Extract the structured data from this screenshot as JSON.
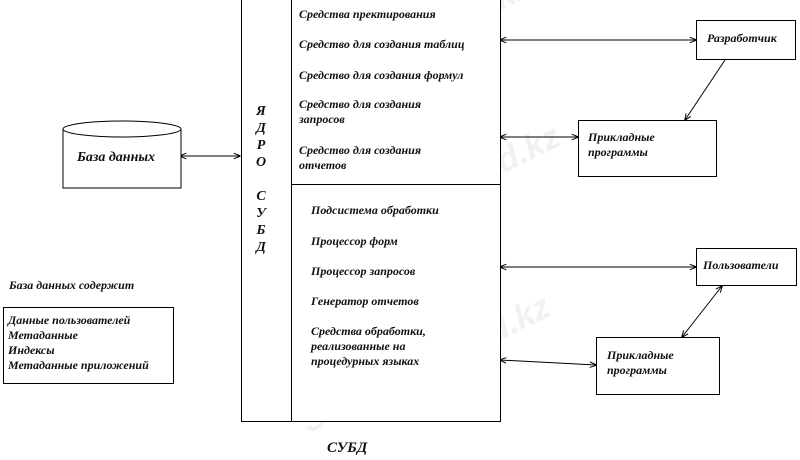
{
  "watermark": "Stud.kz - Stud.kz",
  "core_label": [
    "Я",
    "Д",
    "Р",
    "О",
    "",
    "С",
    "У",
    "Б",
    "Д"
  ],
  "core_tools": [
    "Средства пректирования",
    "Средство для создания таблиц",
    "Средство для создания формул",
    "Средство для создания запросов",
    "Средство для создания отчетов"
  ],
  "processing": [
    "Подсистема обработки",
    "Процессор форм",
    "Процессор запросов",
    "Генератор отчетов",
    "Средства обработки, реализованные на процедурных языках"
  ],
  "database": "База данных",
  "db_contains_title": "База данных содержит",
  "db_contents": [
    "Данные пользователей",
    "Метаданные",
    "Индексы",
    "Метаданные приложений"
  ],
  "developer": "Разработчик",
  "apps_top": "Прикладные программы",
  "users": "Пользователи",
  "apps_bottom": "Прикладные программы",
  "dbms_caption": "СУБД"
}
